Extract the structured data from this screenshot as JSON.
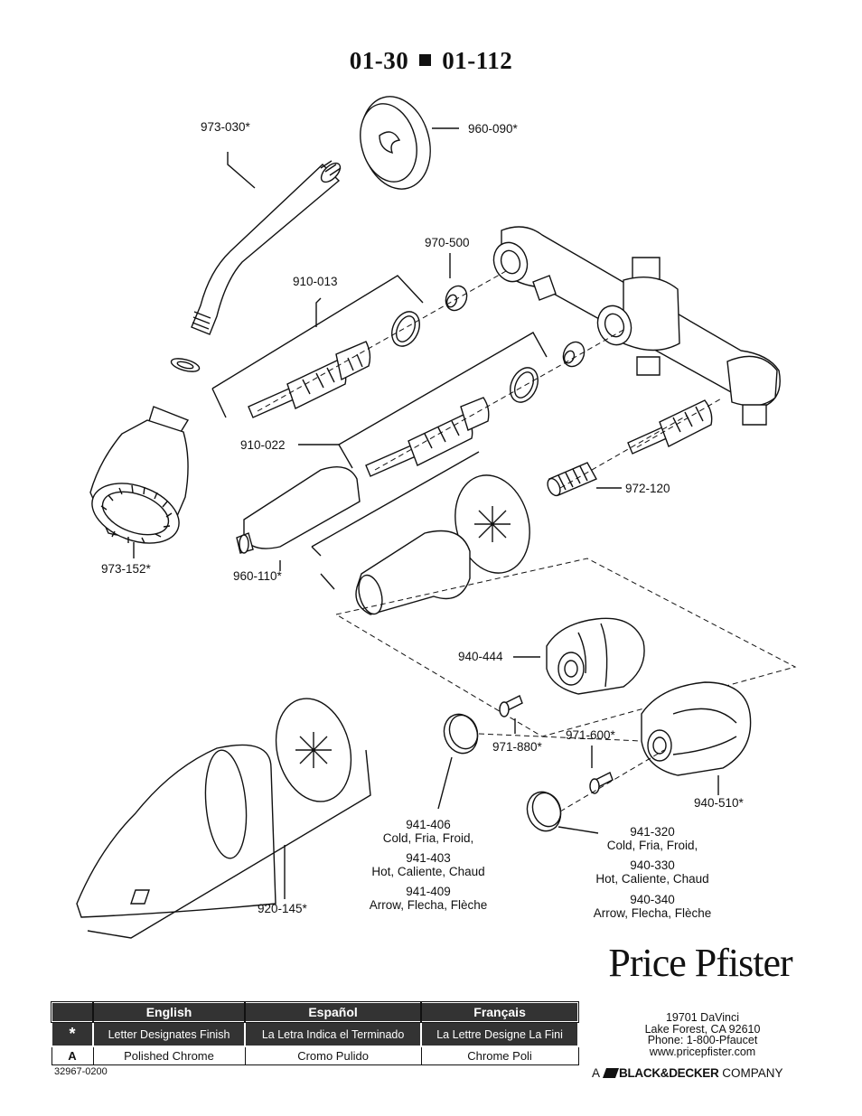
{
  "title": {
    "left": "01-30",
    "right": "01-112"
  },
  "parts": {
    "p973_030": "973-030*",
    "p960_090": "960-090*",
    "p970_500": "970-500",
    "p910_013": "910-013",
    "p910_022": "910-022",
    "p973_152": "973-152*",
    "p960_110": "960-110*",
    "p972_120": "972-120",
    "p940_444": "940-444",
    "p971_880": "971-880*",
    "p971_600": "971-600*",
    "p940_510": "940-510*",
    "p920_145": "920-145*"
  },
  "buttons_left": [
    {
      "num": "941-406",
      "desc": "Cold, Fria, Froid,"
    },
    {
      "num": "941-403",
      "desc": "Hot, Caliente, Chaud"
    },
    {
      "num": "941-409",
      "desc": "Arrow, Flecha, Flèche"
    }
  ],
  "buttons_right": [
    {
      "num": "941-320",
      "desc": "Cold, Fria, Froid,"
    },
    {
      "num": "940-330",
      "desc": "Hot, Caliente, Chaud"
    },
    {
      "num": "940-340",
      "desc": "Arrow, Flecha, Flèche"
    }
  ],
  "finish_table": {
    "headers": [
      "English",
      "Español",
      "Français"
    ],
    "legend_symbol": "*",
    "legend": [
      "Letter Designates Finish",
      "La Letra Indica el Terminado",
      "La Lettre Designe La Fini"
    ],
    "rows": [
      {
        "code": "A",
        "values": [
          "Polished Chrome",
          "Cromo Pulido",
          "Chrome Poli"
        ]
      }
    ]
  },
  "doc_number": "32967-0200",
  "brand": {
    "name": "Price Pfister",
    "address": [
      "19701 DaVinci",
      "Lake Forest, CA 92610",
      "Phone: 1-800-Pfaucet",
      "www.pricepfister.com"
    ],
    "company_prefix": "A",
    "parent": "BLACK&DECKER",
    "company_suffix": "COMPANY"
  }
}
